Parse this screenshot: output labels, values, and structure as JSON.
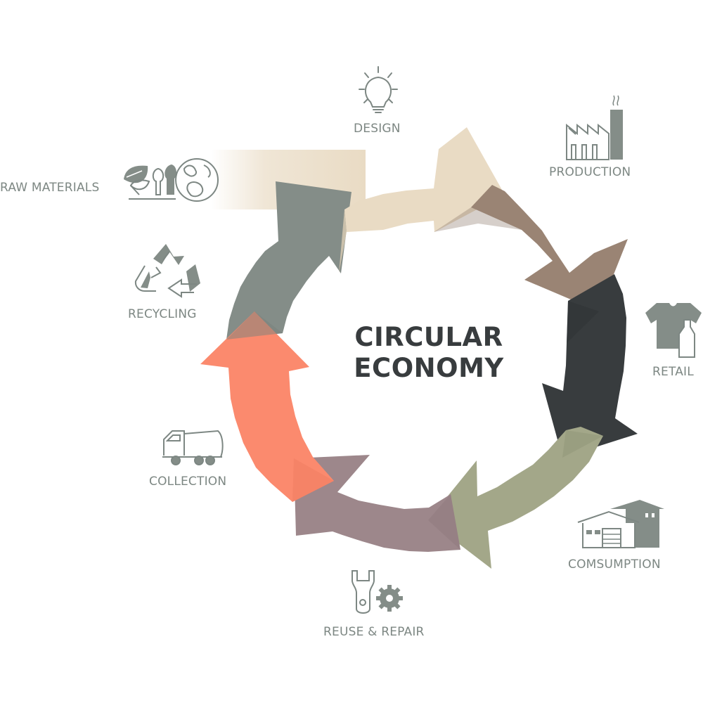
{
  "diagram": {
    "title_line1": "CIRCULAR",
    "title_line2": "ECONOMY",
    "stages": [
      {
        "id": "design",
        "label": "DESIGN",
        "icon": "lightbulb-icon",
        "color": "#e9dbc4"
      },
      {
        "id": "production",
        "label": "PRODUCTION",
        "icon": "factory-icon",
        "color": "#9a8474"
      },
      {
        "id": "retail",
        "label": "RETAIL",
        "icon": "tshirt-bottle-icon",
        "color": "#383c3e"
      },
      {
        "id": "consumption",
        "label": "COMSUMPTION",
        "icon": "house-icon",
        "color": "#a3a789"
      },
      {
        "id": "reuse-repair",
        "label": "REUSE & REPAIR",
        "icon": "wrench-gear-icon",
        "color": "#9d878b"
      },
      {
        "id": "collection",
        "label": "COLLECTION",
        "icon": "garbage-truck-icon",
        "color": "#fb8a6e"
      },
      {
        "id": "recycling",
        "label": "RECYCLING",
        "icon": "recycle-icon",
        "color": "#848d88"
      },
      {
        "id": "raw-materials",
        "label": "RAW MATERIALS",
        "icon": "nature-globe-icon",
        "color": "#e9dbc4"
      }
    ],
    "colors": {
      "label_text": "#7d8783",
      "icon_stroke": "#7d8783",
      "icon_fill": "#848d88",
      "title_text": "#383c3e"
    }
  }
}
